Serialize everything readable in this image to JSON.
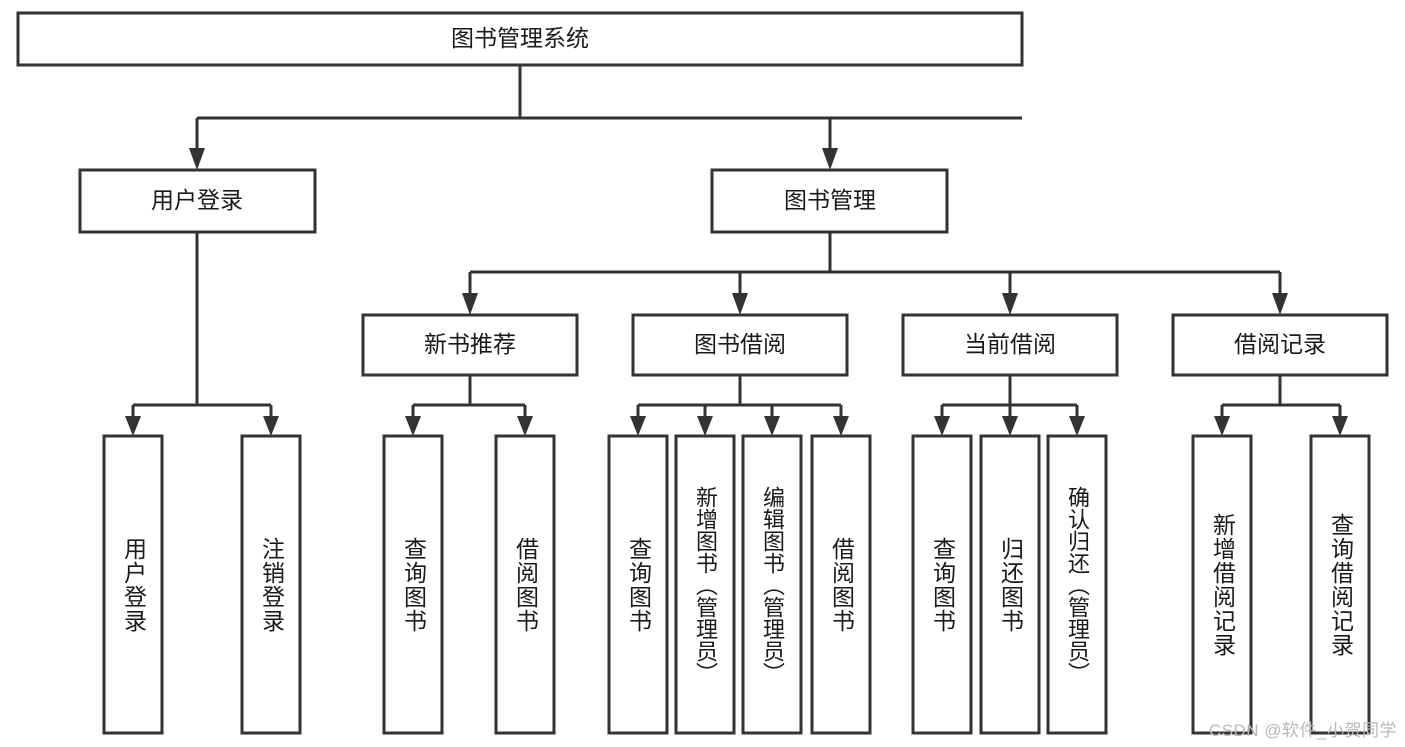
{
  "diagram": {
    "type": "tree",
    "title": "图书管理系统",
    "watermark": "CSDN @软件_小贺同学",
    "colors": {
      "box_stroke": "#333333",
      "box_fill": "#ffffff",
      "text": "#1a1a1a",
      "background": "#ffffff",
      "watermark": "#b8b8b8"
    },
    "root": {
      "label": "图书管理系统"
    },
    "level2": [
      {
        "label": "用户登录"
      },
      {
        "label": "图书管理"
      }
    ],
    "level3": [
      {
        "label": "新书推荐"
      },
      {
        "label": "图书借阅"
      },
      {
        "label": "当前借阅"
      },
      {
        "label": "借阅记录"
      }
    ],
    "leaves": {
      "user_login": [
        {
          "label": "用户登录"
        },
        {
          "label": "注销登录"
        }
      ],
      "new_book": [
        {
          "label": "查询图书"
        },
        {
          "label": "借阅图书"
        }
      ],
      "book_borrow": [
        {
          "label": "查询图书"
        },
        {
          "label": "新增图书（管理员）"
        },
        {
          "label": "编辑图书（管理员）"
        },
        {
          "label": "借阅图书"
        }
      ],
      "current_borrow": [
        {
          "label": "查询图书"
        },
        {
          "label": "归还图书"
        },
        {
          "label": "确认归还（管理员）"
        }
      ],
      "borrow_record": [
        {
          "label": "新增借阅记录"
        },
        {
          "label": "查询借阅记录"
        }
      ]
    }
  }
}
